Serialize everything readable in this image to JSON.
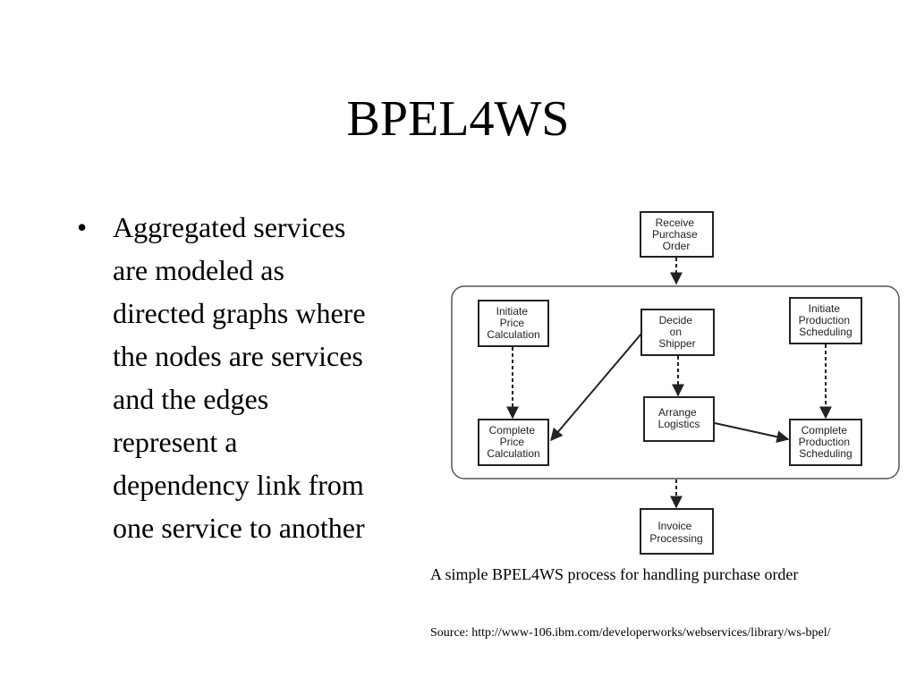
{
  "slide": {
    "title": "BPEL4WS",
    "bullets": [
      {
        "marker": "•",
        "lines": [
          "Aggregated services",
          "are modeled as",
          "directed graphs where",
          "the nodes are services",
          "and the edges",
          "represent a",
          "dependency link from",
          "one service to another"
        ]
      }
    ],
    "caption": "A simple BPEL4WS process for handling purchase order",
    "source": "Source: http://www-106.ibm.com/developerworks/webservices/library/ws-bpel/"
  },
  "diagram": {
    "nodes": {
      "receive_order": [
        "Receive",
        "Purchase",
        "Order"
      ],
      "initiate_price": [
        "Initiate",
        "Price",
        "Calculation"
      ],
      "decide_shipper": [
        "Decide",
        "on",
        "Shipper"
      ],
      "initiate_production": [
        "Initiate",
        "Production",
        "Scheduling"
      ],
      "arrange_logistics": [
        "Arrange",
        "Logistics"
      ],
      "complete_price": [
        "Complete",
        "Price",
        "Calculation"
      ],
      "complete_production": [
        "Complete",
        "Production",
        "Scheduling"
      ],
      "invoice_processing": [
        "Invoice",
        "Processing"
      ]
    },
    "edges": [
      {
        "from": "receive_order",
        "to": "flow_container",
        "style": "dashed"
      },
      {
        "from": "initiate_price",
        "to": "complete_price",
        "style": "dashed"
      },
      {
        "from": "decide_shipper",
        "to": "arrange_logistics",
        "style": "dashed"
      },
      {
        "from": "initiate_production",
        "to": "complete_production",
        "style": "dashed"
      },
      {
        "from": "decide_shipper",
        "to": "complete_price",
        "style": "solid"
      },
      {
        "from": "arrange_logistics",
        "to": "complete_production",
        "style": "solid"
      },
      {
        "from": "flow_container",
        "to": "invoice_processing",
        "style": "dashed"
      }
    ],
    "colors": {
      "stroke": "#222222",
      "container_stroke": "#555555",
      "node_fill": "#ffffff"
    }
  }
}
